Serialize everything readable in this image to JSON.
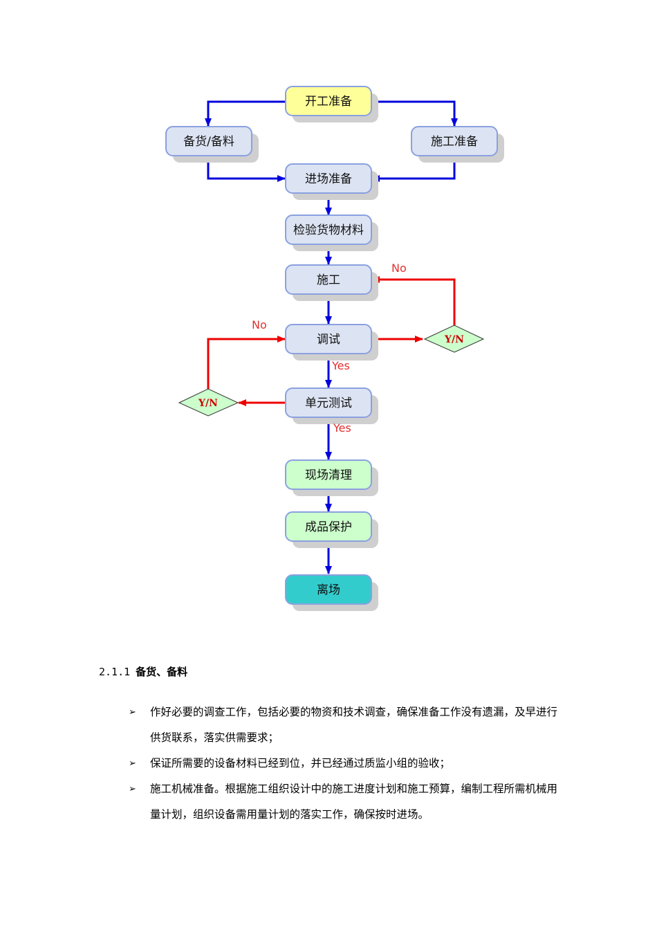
{
  "flowchart": {
    "nodes": {
      "start": "开工准备",
      "stock": "备货/备料",
      "prep": "施工准备",
      "enter": "进场准备",
      "inspect": "检验货物材料",
      "construct": "施工",
      "debug": "调试",
      "unit_test": "单元测试",
      "cleanup": "现场清理",
      "protect": "成品保护",
      "leave": "离场"
    },
    "decisions": {
      "right": "Y/N",
      "left": "Y/N"
    },
    "edge_labels": {
      "no_top": "No",
      "no_left": "No",
      "yes_1": "Yes",
      "yes_2": "Yes"
    },
    "colors": {
      "flow_arrow": "#0000dd",
      "loop_arrow": "#ee0000",
      "start_fill": "#ffff99",
      "node_fill": "#dce3f2",
      "green_fill": "#ccffcc",
      "end_fill": "#33cccc",
      "decision_fill": "#ccffcc"
    }
  },
  "section": {
    "number": "2.1.1",
    "title": "备货、备料",
    "bullet_symbol": "➢",
    "bullets": [
      "作好必要的调查工作，包括必要的物资和技术调查，确保准备工作没有遗漏，及早进行供货联系，落实供需要求；",
      "保证所需要的设备材料已经到位，并已经通过质监小组的验收；",
      "施工机械准备。根据施工组织设计中的施工进度计划和施工预算，编制工程所需机械用量计划，组织设备需用量计划的落实工作，确保按时进场。"
    ]
  }
}
